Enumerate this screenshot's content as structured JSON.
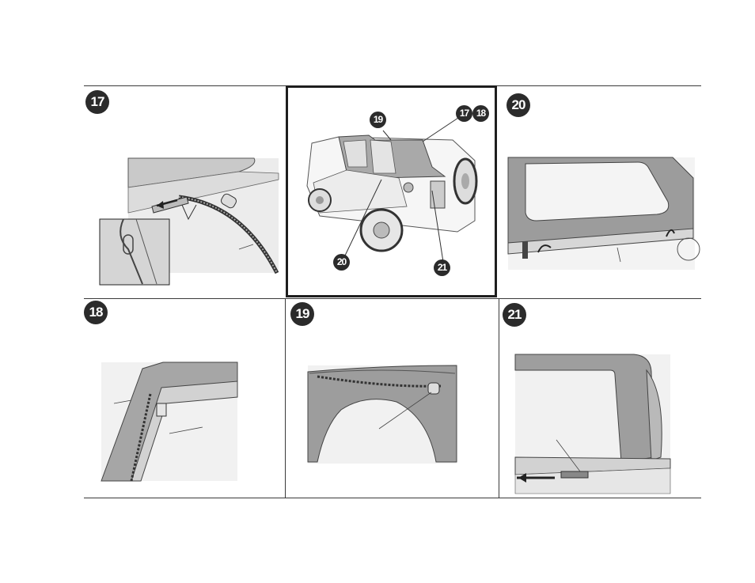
{
  "steps": {
    "s17": "17",
    "s18": "18",
    "s19": "19",
    "s20": "20",
    "s21": "21"
  },
  "overview_callouts": {
    "c19": "19",
    "c17": "17",
    "c18": "18",
    "c20": "20",
    "c21": "21"
  }
}
